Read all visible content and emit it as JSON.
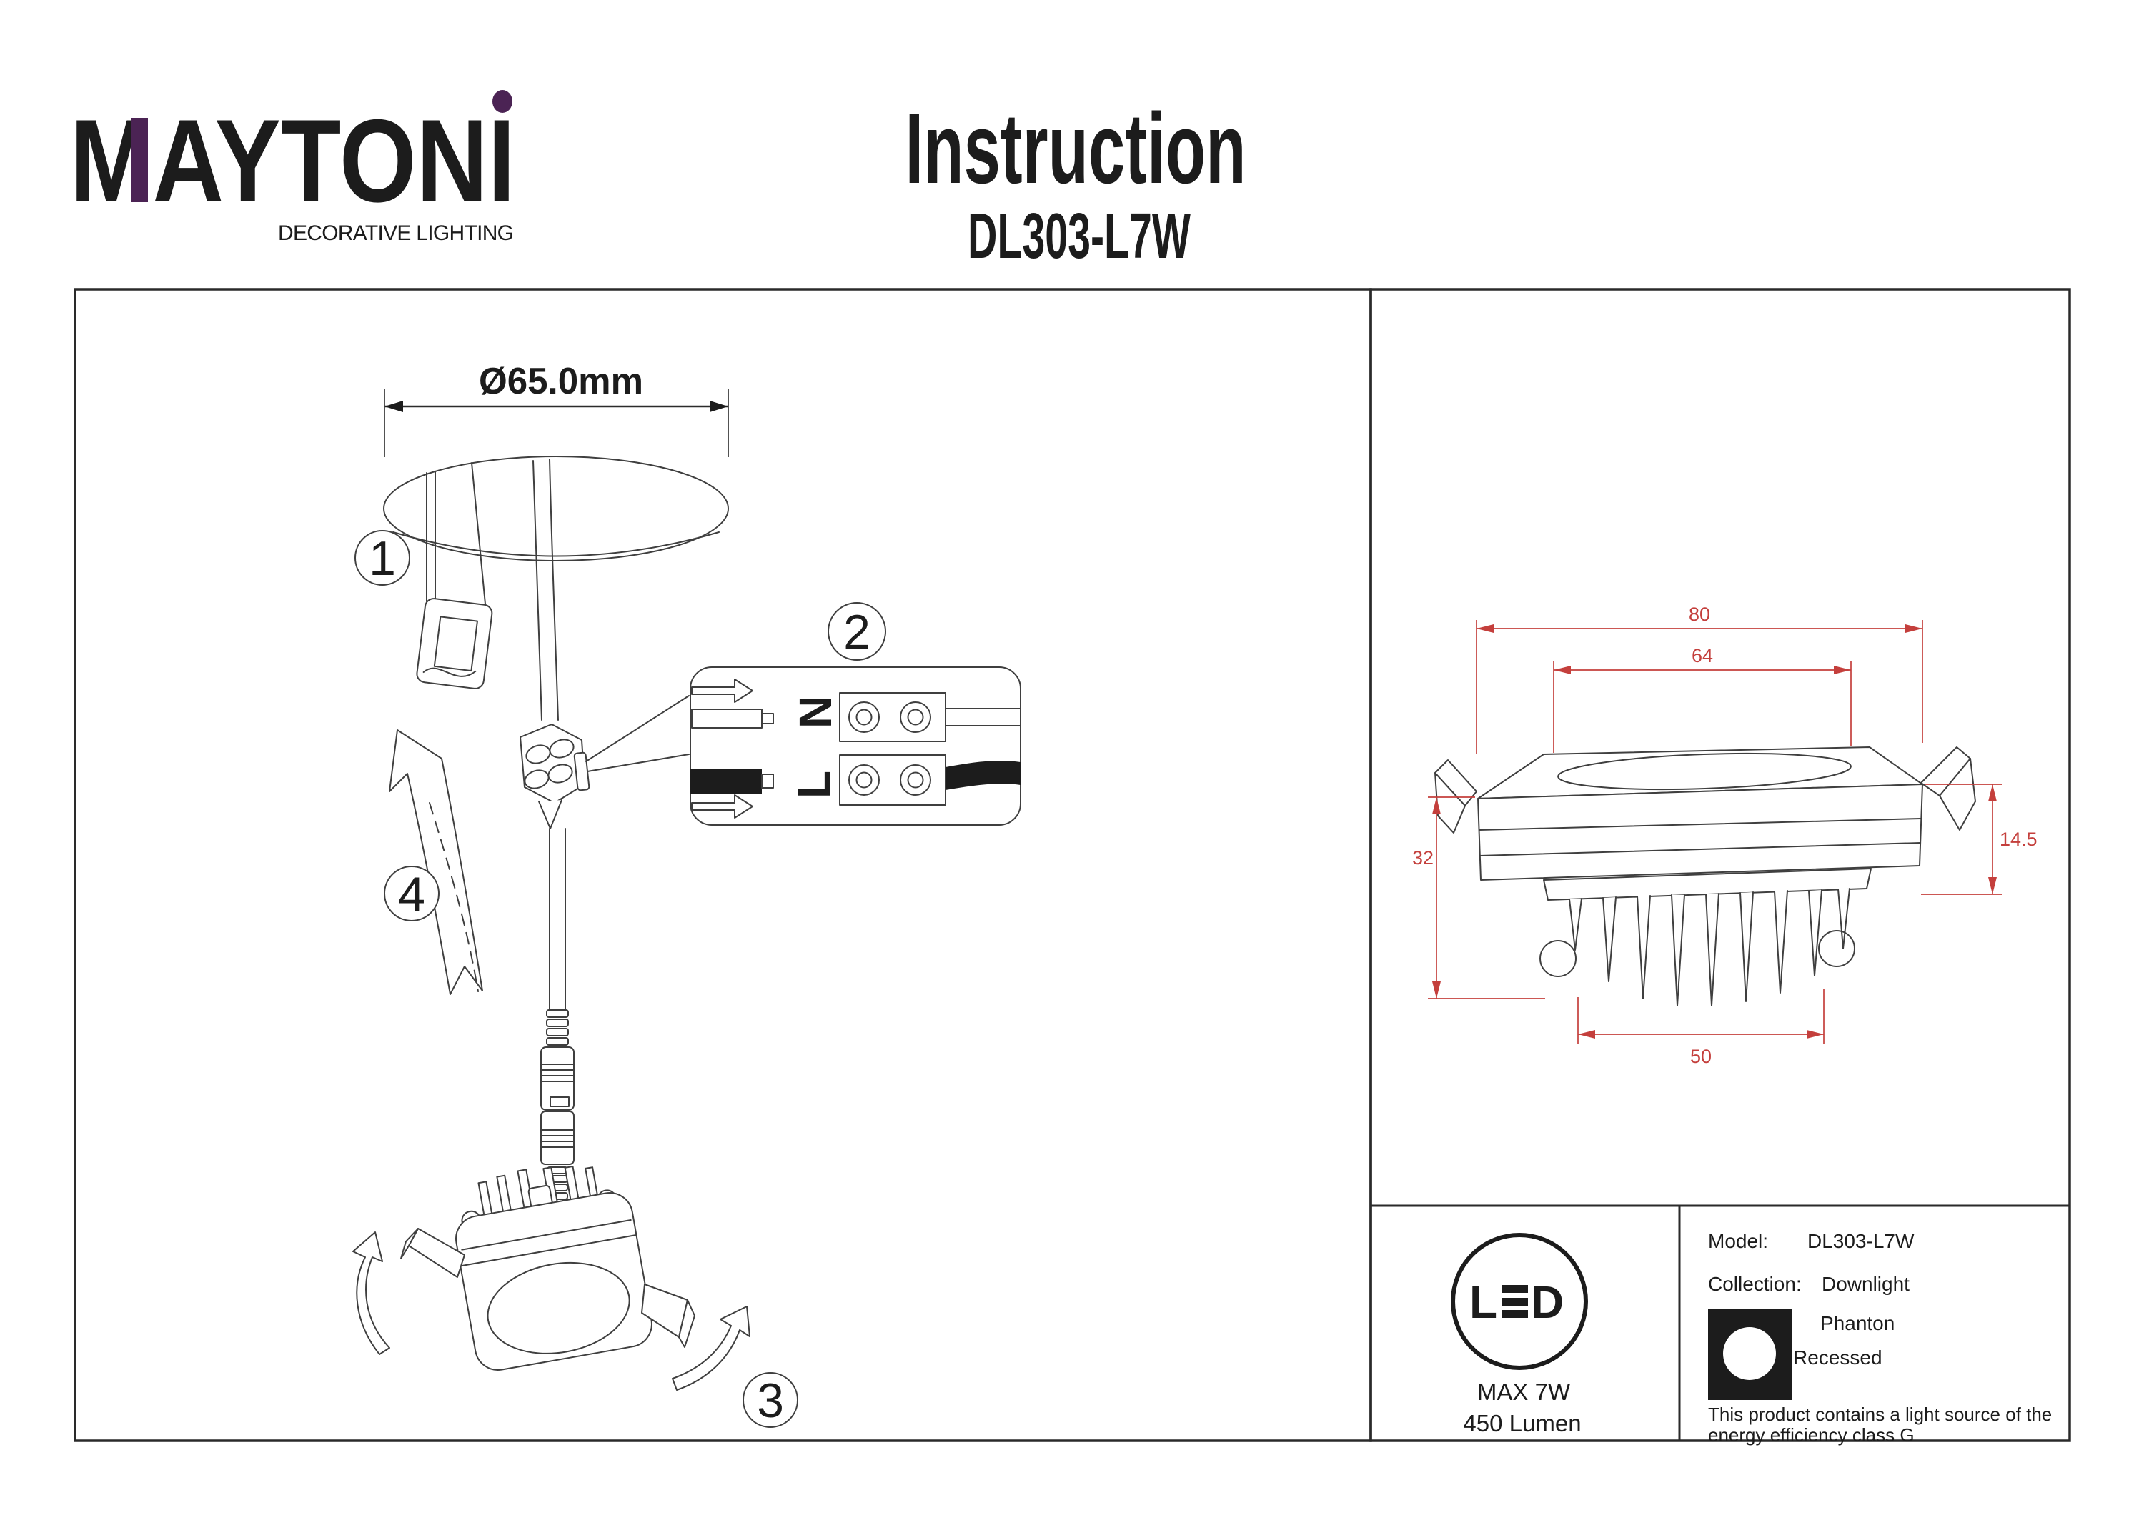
{
  "header": {
    "brand": "MAYTONI",
    "tagline": "DECORATIVE LIGHTING",
    "title": "Instruction",
    "model": "DL303-L7W"
  },
  "colors": {
    "accent_purple": "#4b2354",
    "dimension_red": "#c43f3c",
    "ink": "#1c1c1c"
  },
  "install_diagram": {
    "cutout_dimension": "Ø65.0mm",
    "steps": [
      "1",
      "2",
      "3",
      "4"
    ],
    "terminals": {
      "neutral": "N",
      "live": "L"
    }
  },
  "dimension_drawing": {
    "overall_width": "80",
    "inner_width": "64",
    "visible_height": "14.5",
    "overall_height": "32",
    "heatsink_width": "50"
  },
  "spec_panel": {
    "led_logo": {
      "left": "L",
      "right": "D"
    },
    "max_power": "MAX 7W",
    "luminous_flux": "450 Lumen",
    "model_label": "Model:",
    "model_value": "DL303-L7W",
    "collection_label": "Collection:",
    "collection_value": "Downlight",
    "series": "Phanton",
    "mounting": "Recessed",
    "efficiency_note_line1": "This product contains a light source of the",
    "efficiency_note_line2": "energy efficiency class G"
  }
}
